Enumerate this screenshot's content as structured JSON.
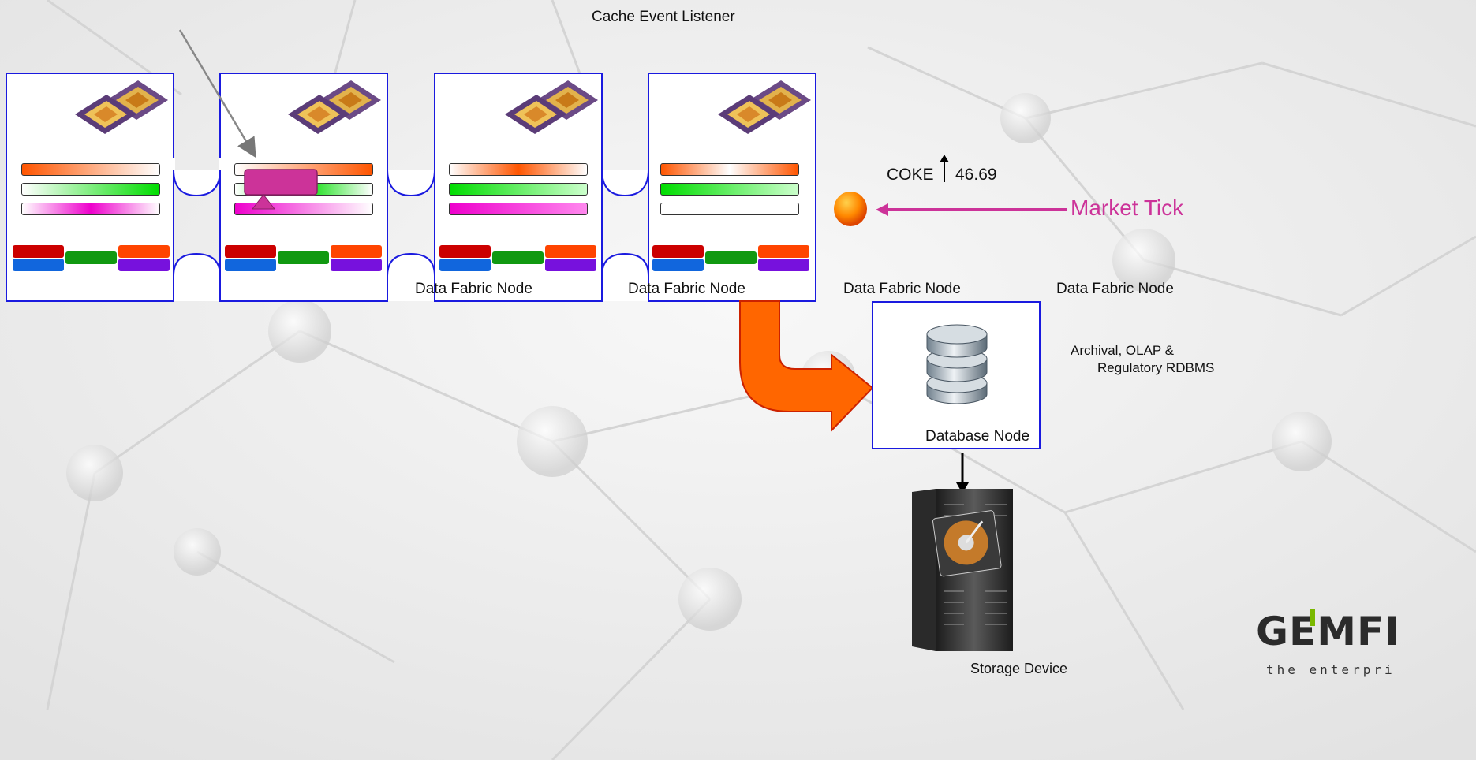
{
  "title": "Cache Event Listener",
  "nodes": [
    {
      "label": "Data Fabric Node"
    },
    {
      "label": "Data Fabric Node"
    },
    {
      "label": "Data Fabric Node"
    },
    {
      "label": "Data Fabric Node"
    }
  ],
  "ticker": {
    "symbol": "COKE",
    "direction": "up-arrow-icon",
    "value": "46.69"
  },
  "market_tick": "Market Tick",
  "database_node": "Database Node",
  "rdbms_line1": "Archival, OLAP &",
  "rdbms_line2": "Regulatory RDBMS",
  "storage_device": "Storage Device",
  "logo": {
    "name": "GEMFIRE",
    "visible_text": "GEMFI",
    "tagline": "the enterpri"
  },
  "colors": {
    "node_border": "#1a1adf",
    "market_tick": "#cc3399",
    "arrow": "#ff6600",
    "listener": "#cc3399"
  }
}
